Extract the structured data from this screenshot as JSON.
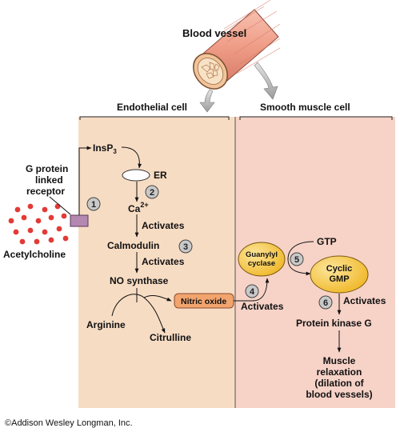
{
  "labels": {
    "blood_vessel": "Blood vessel",
    "endothelial_cell": "Endothelial cell",
    "smooth_muscle_cell": "Smooth muscle cell",
    "g_protein_line1": "G protein",
    "g_protein_line2": "linked",
    "g_protein_line3": "receptor",
    "acetylcholine": "Acetylcholine",
    "insp": "InsP",
    "insp_sub": "3",
    "er": "ER",
    "ca": "Ca",
    "ca_sup": "2+",
    "activates_1": "Activates",
    "calmodulin": "Calmodulin",
    "activates_2": "Activates",
    "no_synthase": "NO synthase",
    "nitric_oxide": "Nitric oxide",
    "arginine": "Arginine",
    "citrulline": "Citrulline",
    "activates_3": "Activates",
    "guanylyl_line1": "Guanylyl",
    "guanylyl_line2": "cyclase",
    "gtp": "GTP",
    "cyclic_line1": "Cyclic",
    "cyclic_line2": "GMP",
    "activates_4": "Activates",
    "protein_kinase_g": "Protein kinase G",
    "muscle_line1": "Muscle",
    "muscle_line2": "relaxation",
    "muscle_line3": "(dilation of",
    "muscle_line4": "blood vessels)"
  },
  "steps": [
    "1",
    "2",
    "3",
    "4",
    "5",
    "6"
  ],
  "credit": "©Addison Wesley Longman, Inc.",
  "colors": {
    "endothelial_fill": "#f7dcc4",
    "smooth_muscle_fill": "#f6d2c7",
    "nitric_oxide_fill": "#f2a46e",
    "enzyme_fill": "#f7cf4e",
    "acetylcholine_dots": "#e23b36",
    "receptor_fill": "#b488b0",
    "vessel_outer": "#ef9c86",
    "step_circle": "#c9c9c9"
  }
}
